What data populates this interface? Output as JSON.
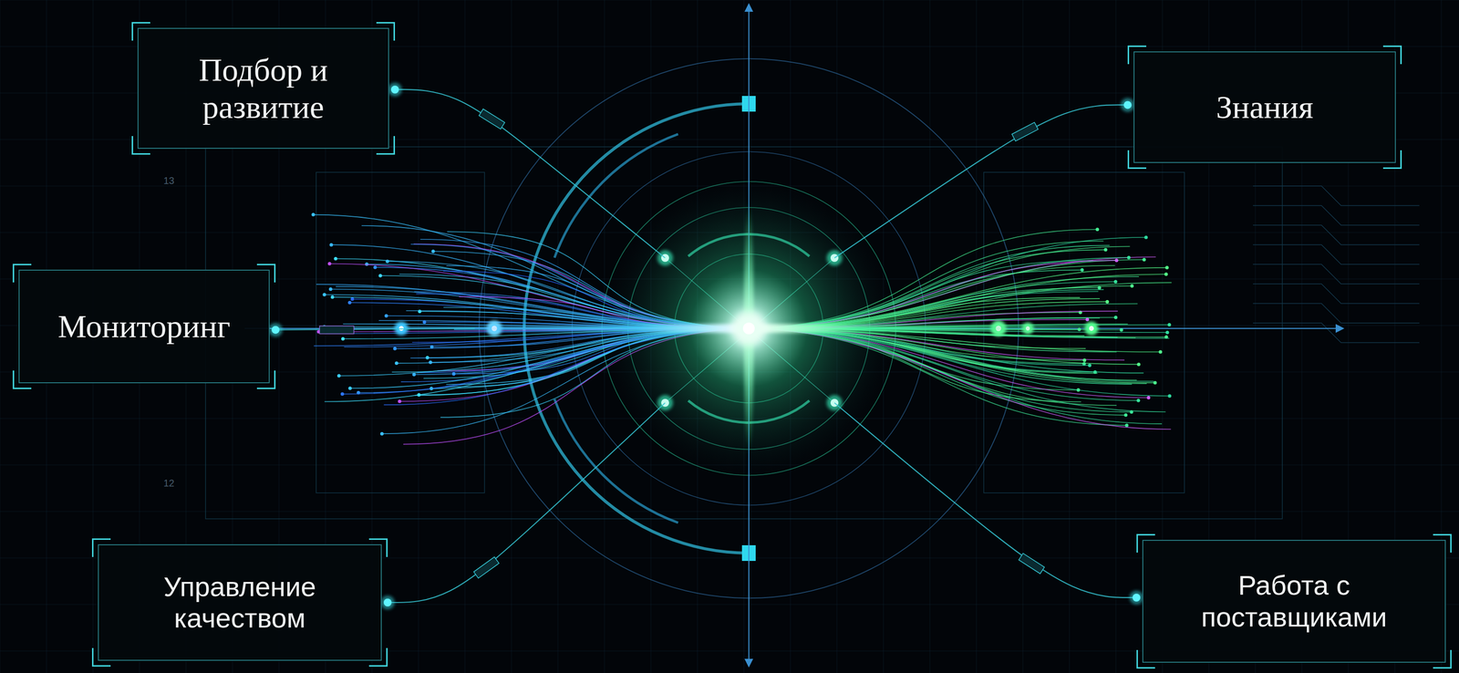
{
  "diagram": {
    "nodes": [
      {
        "text": [
          "Подбор и развитие"
        ]
      },
      {
        "text": [
          "Знания"
        ]
      },
      {
        "text": [
          "Мониторинг"
        ]
      },
      {
        "text": [
          "Управление качеством"
        ]
      },
      {
        "text": [
          "Работа с поставщиками"
        ]
      }
    ],
    "labels": [
      "13",
      "12"
    ]
  }
}
